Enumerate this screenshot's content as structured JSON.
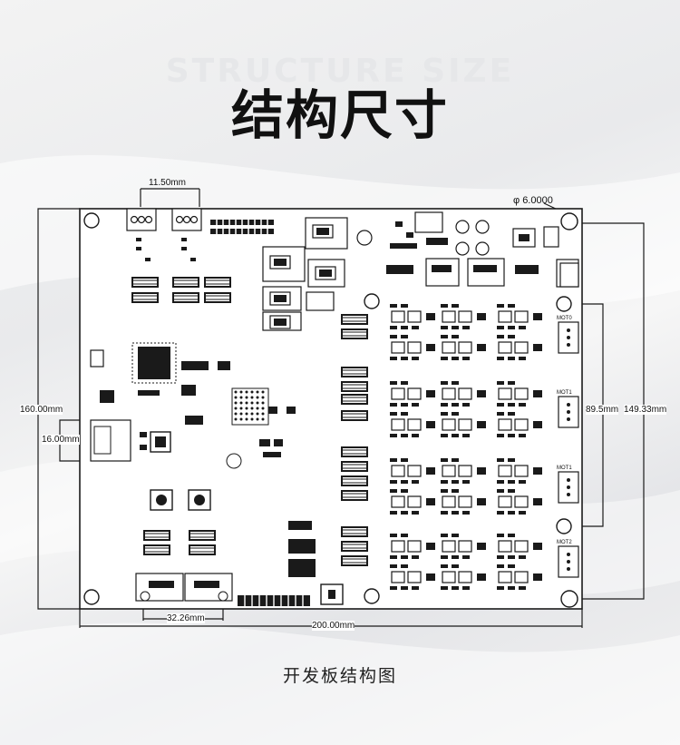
{
  "header": {
    "subtitle_en": "STRUCTURE SIZE",
    "title_cn": "结构尺寸"
  },
  "dimensions": {
    "connector_pitch": "11.50mm",
    "hole_diameter": "φ 6.0000",
    "overall_height": "160.00mm",
    "rj_block_height": "16.00mm",
    "inner_hole_span": "89.5mm",
    "outer_hole_span": "149.33mm",
    "db9_pitch": "32.26mm",
    "overall_width": "200.00mm"
  },
  "board_labels": {
    "port_labels": [
      "MOT0",
      "MOT1",
      "MOT1",
      "MOT2"
    ]
  },
  "caption": "开发板结构图",
  "colors": {
    "line": "#1a1a1a",
    "board": "#ffffff",
    "text": "#111111"
  }
}
